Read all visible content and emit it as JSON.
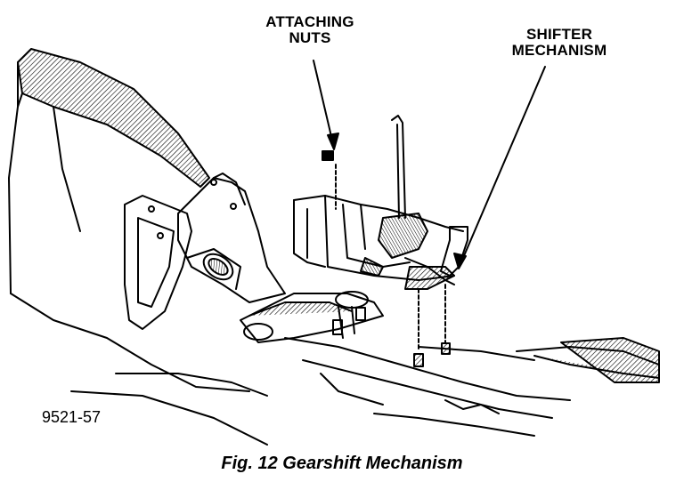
{
  "callouts": {
    "attaching_nuts": [
      "ATTACHING",
      "NUTS"
    ],
    "shifter_mechanism": [
      "SHIFTER",
      "MECHANISM"
    ]
  },
  "part_number": "9521-57",
  "caption": "Fig. 12 Gearshift Mechanism",
  "colors": {
    "ink": "#000000",
    "paper": "#ffffff"
  }
}
